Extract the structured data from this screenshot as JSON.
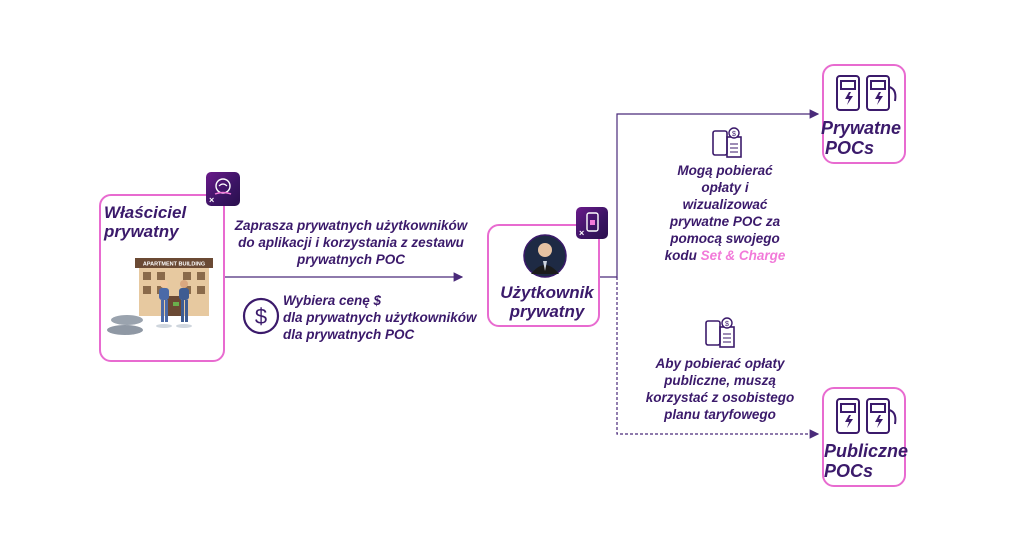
{
  "owner": {
    "title_line1": "Właściciel",
    "title_line2": "prywatny",
    "building_sign": "APARTMENT BUILDING"
  },
  "invite_text": {
    "line1": "Zaprasza prywatnych użytkowników",
    "line2": "do aplikacji i korzystania z zestawu",
    "line3": "prywatnych POC"
  },
  "price_text": {
    "line1": "Wybiera cenę $",
    "line2": "dla prywatnych użytkowników",
    "line3": "dla prywatnych POC"
  },
  "user": {
    "title_line1": "Użytkownik",
    "title_line2": "prywatny"
  },
  "private_text": {
    "line1": "Mogą pobierać",
    "line2": "opłaty i",
    "line3": "wizualizować",
    "line4": "prywatne POC za",
    "line5": "pomocą swojego",
    "line6_prefix": "kodu ",
    "line6_highlight": "Set & Charge"
  },
  "public_text": {
    "line1": "Aby pobierać opłaty",
    "line2": "publiczne, muszą",
    "line3": "korzystać z osobistego",
    "line4": "planu taryfowego"
  },
  "private_pocs": {
    "title_line1": "Prywatne",
    "title_line2": "POCs"
  },
  "public_pocs": {
    "title_line1": "Publiczne",
    "title_line2": "POCs"
  },
  "colors": {
    "accent": "#e86bd0",
    "text": "#3b1a6b",
    "highlight": "#f27ad9",
    "badge": "#3a1463"
  },
  "icons": [
    "hand-coin-icon",
    "phone-lock-icon",
    "dollar-circle-icon",
    "phone-receipt-icon",
    "charger-icon"
  ]
}
